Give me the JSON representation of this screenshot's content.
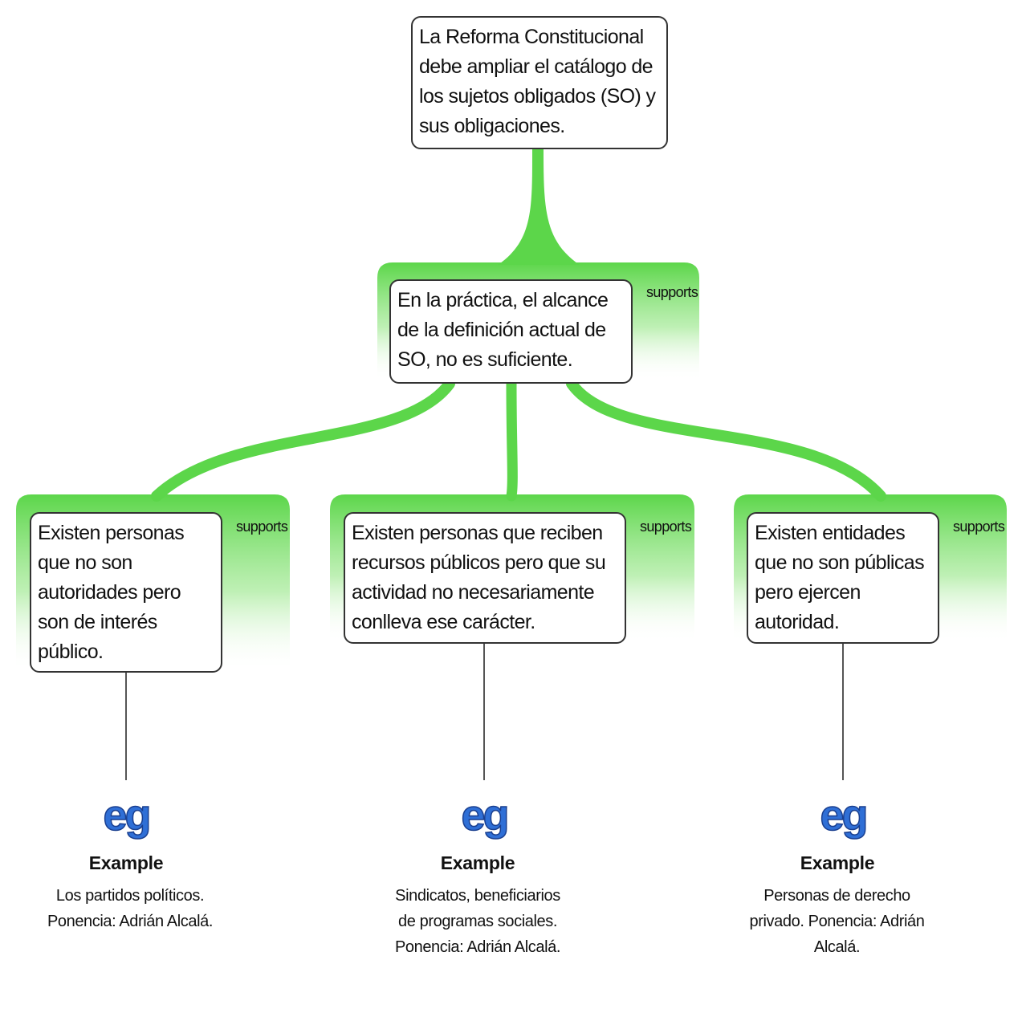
{
  "colors": {
    "link": "#5cd64a",
    "panel_top": "#5cd64a",
    "node_border": "#333333",
    "eg_blue": "#2f6fd6"
  },
  "root": {
    "text": "La Reforma Constitucional debe ampliar el catálogo de los sujetos obligados (SO) y sus obligaciones."
  },
  "level1": {
    "text": "En la práctica, el alcance de la definición actual de SO, no es suficiente.",
    "relation": "supports"
  },
  "children": [
    {
      "text": "Existen personas que no son autoridades pero son de interés público.",
      "relation": "supports",
      "example": {
        "icon": "eg-icon",
        "title": "Example",
        "text": "Los partidos políticos. Ponencia: Adrián Alcalá."
      }
    },
    {
      "text": "Existen personas que reciben recursos públicos pero que su actividad no necesariamente conlleva ese carácter.",
      "relation": "supports",
      "example": {
        "icon": "eg-icon",
        "title": "Example",
        "text": "Sindicatos, beneficiarios de programas sociales. Ponencia: Adrián Alcalá."
      }
    },
    {
      "text": "Existen entidades que no son públicas pero ejercen autoridad.",
      "relation": "supports",
      "example": {
        "icon": "eg-icon",
        "title": "Example",
        "text": "Personas de derecho privado. Ponencia: Adrián Alcalá."
      }
    }
  ]
}
